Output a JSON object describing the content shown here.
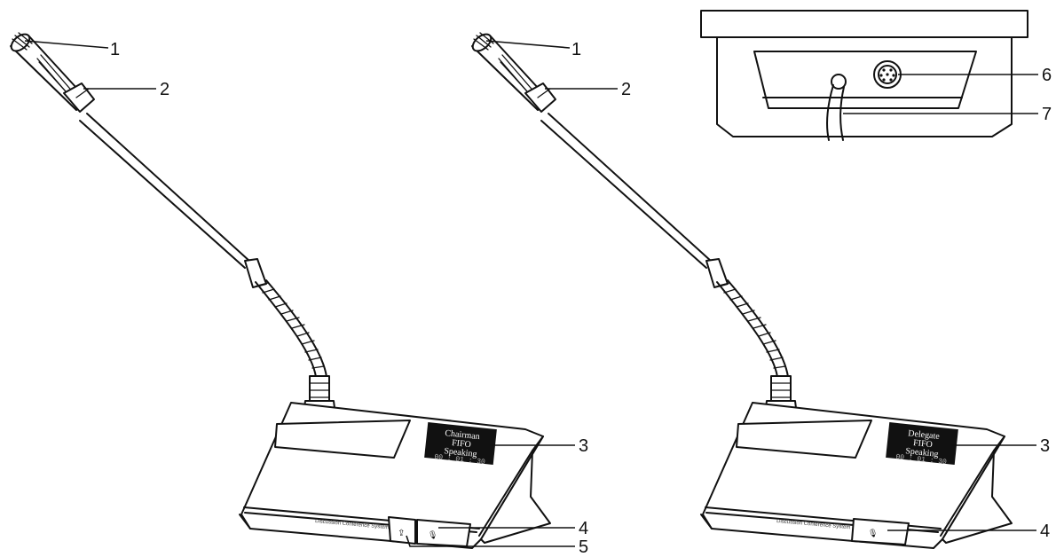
{
  "callouts": {
    "left": [
      "1",
      "2",
      "3",
      "4",
      "5"
    ],
    "right": [
      "1",
      "2",
      "3",
      "4"
    ],
    "rear": [
      "6",
      "7"
    ]
  },
  "units": {
    "chairman": {
      "screen_lines": [
        "Chairman",
        "FIFO",
        "Speaking"
      ],
      "screen_time": "00 : 01 : 30",
      "front_label": "Discussion Conference System"
    },
    "delegate": {
      "screen_lines": [
        "Delegate",
        "FIFO",
        "Speaking"
      ],
      "screen_time": "00 : 01 : 30",
      "front_label": "Discussion Conference System"
    }
  }
}
